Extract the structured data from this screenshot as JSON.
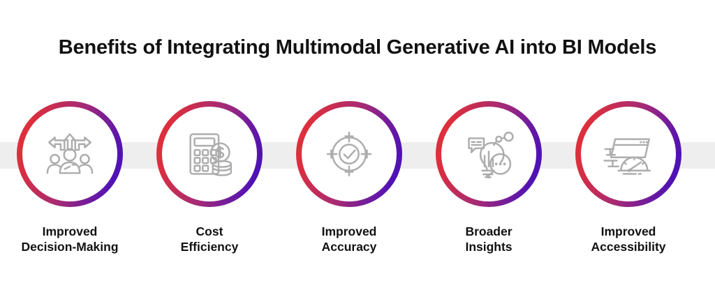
{
  "header": {
    "title": "Benefits of Integrating Multimodal Generative AI into BI Models"
  },
  "theme": {
    "gradient_start": "#dd2f3c",
    "gradient_mid": "#a32a77",
    "gradient_end": "#4f12b5",
    "band_color": "#eeeeee",
    "icon_color": "#adadad",
    "text_color": "#111111",
    "background": "#ffffff"
  },
  "benefits": [
    {
      "icon": "decision-people-arrows-icon",
      "label_line1": "Improved",
      "label_line2": "Decision-Making"
    },
    {
      "icon": "calculator-coins-icon",
      "label_line1": "Cost",
      "label_line2": "Efficiency"
    },
    {
      "icon": "target-checkmark-icon",
      "label_line1": "Improved",
      "label_line2": "Accuracy"
    },
    {
      "icon": "lightbulb-chart-magnifier-icon",
      "label_line1": "Broader",
      "label_line2": "Insights"
    },
    {
      "icon": "browser-speedometer-icon",
      "label_line1": "Improved",
      "label_line2": "Accessibility"
    }
  ]
}
